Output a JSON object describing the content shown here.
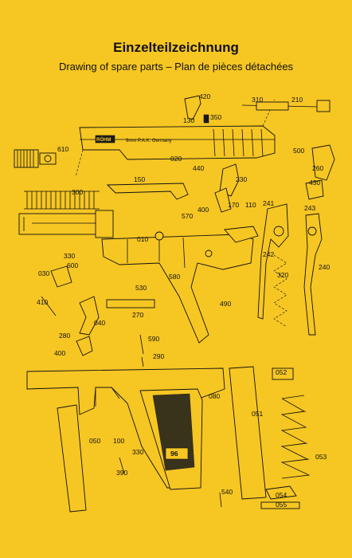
{
  "title": "Einzelteilzeichnung",
  "subtitle": "Drawing of spare parts – Plan de pièces détachées",
  "slide_marking": "9mm P.A.K.  Germany",
  "brand_marking": "RÖHM",
  "grip_marking": "96",
  "parts": [
    {
      "id": "010"
    },
    {
      "id": "020"
    },
    {
      "id": "030"
    },
    {
      "id": "040"
    },
    {
      "id": "050"
    },
    {
      "id": "051"
    },
    {
      "id": "052"
    },
    {
      "id": "053"
    },
    {
      "id": "054"
    },
    {
      "id": "055"
    },
    {
      "id": "080"
    },
    {
      "id": "100"
    },
    {
      "id": "110"
    },
    {
      "id": "130"
    },
    {
      "id": "150"
    },
    {
      "id": "170"
    },
    {
      "id": "210"
    },
    {
      "id": "230"
    },
    {
      "id": "240"
    },
    {
      "id": "241"
    },
    {
      "id": "242"
    },
    {
      "id": "243"
    },
    {
      "id": "260"
    },
    {
      "id": "270"
    },
    {
      "id": "280"
    },
    {
      "id": "290"
    },
    {
      "id": "300"
    },
    {
      "id": "310"
    },
    {
      "id": "320"
    },
    {
      "id": "330"
    },
    {
      "id": "330"
    },
    {
      "id": "350"
    },
    {
      "id": "390"
    },
    {
      "id": "400"
    },
    {
      "id": "400"
    },
    {
      "id": "410"
    },
    {
      "id": "420"
    },
    {
      "id": "430"
    },
    {
      "id": "440"
    },
    {
      "id": "490"
    },
    {
      "id": "500"
    },
    {
      "id": "530"
    },
    {
      "id": "540"
    },
    {
      "id": "570"
    },
    {
      "id": "580"
    },
    {
      "id": "590"
    },
    {
      "id": "600"
    },
    {
      "id": "610"
    }
  ]
}
